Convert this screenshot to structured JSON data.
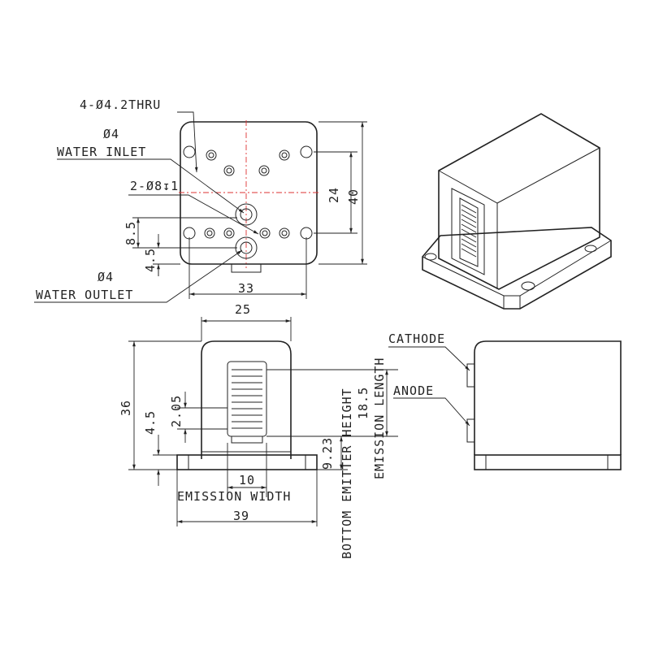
{
  "labels": {
    "thru_holes": "4-Ø4.2THRU",
    "inlet_dia": "Ø4",
    "water_inlet": "WATER INLET",
    "counterbore": "2-Ø8↧1",
    "outlet_dia": "Ø4",
    "water_outlet": "WATER OUTLET",
    "cathode": "CATHODE",
    "anode": "ANODE",
    "emission_width": "EMISSION WIDTH",
    "bottom_emitter_height": "BOTTOM EMITTER HEIGHT",
    "emission_length": "EMISSION LENGTH"
  },
  "dimensions": {
    "hole_spacing": "24",
    "depth": "40",
    "top_width": "33",
    "offset_85": "8.5",
    "offset_45": "4.5",
    "window_width": "25",
    "height": "36",
    "edge_205": "2.05",
    "base_45": "4.5",
    "emission_width": "10",
    "base_width": "39",
    "emitter_height": "9.23",
    "emission_length": "18.5"
  }
}
